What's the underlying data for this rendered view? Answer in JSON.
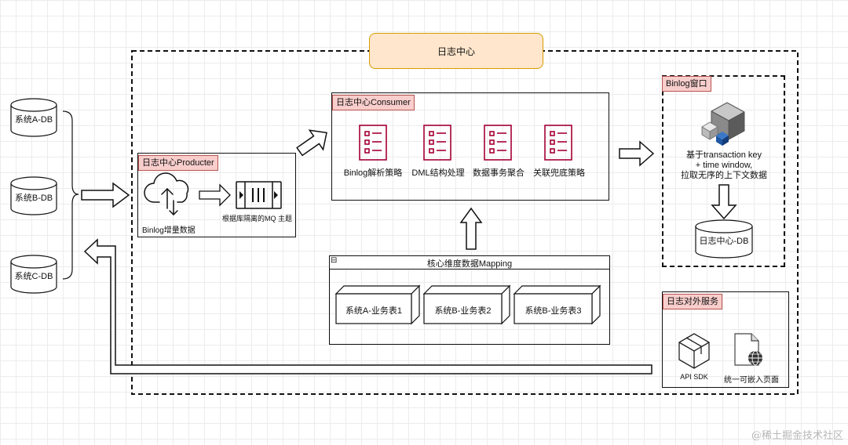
{
  "log_center": {
    "title": "日志中心"
  },
  "systems": [
    {
      "label": "系统A-DB"
    },
    {
      "label": "系统B-DB"
    },
    {
      "label": "系统C-DB"
    }
  ],
  "producer": {
    "tag": "日志中心Producter",
    "binlog_label": "Binlog增量数据",
    "mq_label": "根据库隔离的MQ 主题"
  },
  "consumer": {
    "tag": "日志中心Consumer",
    "strategies": [
      {
        "label": "Binlog解析策略"
      },
      {
        "label": "DML结构处理"
      },
      {
        "label": "数据事务聚合"
      },
      {
        "label": "关联兜底策略"
      }
    ]
  },
  "mapping": {
    "title": "核心维度数据Mapping",
    "collapse_symbol": "⊟",
    "tables": [
      {
        "label": "系统A-业务表1"
      },
      {
        "label": "系统B-业务表2"
      },
      {
        "label": "系统B-业务表3"
      }
    ]
  },
  "binlog_window": {
    "tag": "Binlog窗口",
    "desc_lines": [
      "基于transaction key",
      "+ time window,",
      "拉取无序的上下文数据"
    ],
    "db_label": "日志中心-DB"
  },
  "external_service": {
    "tag": "日志对外服务",
    "items": [
      {
        "label": "API SDK",
        "icon": "package-icon"
      },
      {
        "label": "统一可嵌入页面",
        "icon": "web-page-icon"
      }
    ]
  },
  "watermark": "@稀土掘金技术社区",
  "colors": {
    "title_fill": "#ffe6cc",
    "title_stroke": "#d79b00",
    "tag_fill": "#f8cecc",
    "tag_stroke": "#b85450",
    "icon_color": "#a50034"
  }
}
